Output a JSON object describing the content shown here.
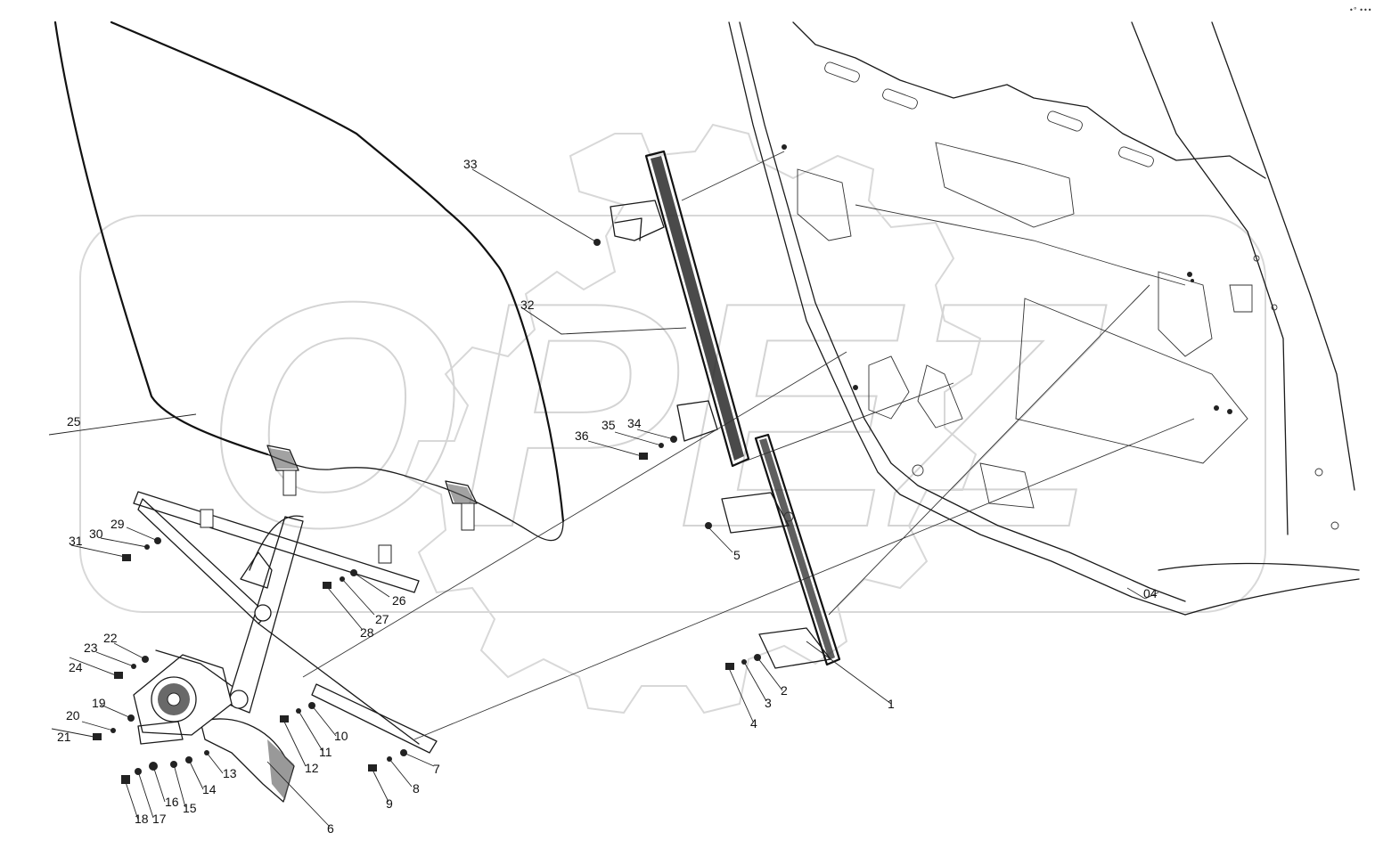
{
  "diagram": {
    "watermark_text": "OPEZ",
    "corner_mark": "•° •••",
    "callouts": [
      {
        "id": "c1",
        "label": "1"
      },
      {
        "id": "c2",
        "label": "2"
      },
      {
        "id": "c3",
        "label": "3"
      },
      {
        "id": "c4",
        "label": "4"
      },
      {
        "id": "c5",
        "label": "5"
      },
      {
        "id": "c6",
        "label": "6"
      },
      {
        "id": "c7",
        "label": "7"
      },
      {
        "id": "c8",
        "label": "8"
      },
      {
        "id": "c9",
        "label": "9"
      },
      {
        "id": "c10",
        "label": "10"
      },
      {
        "id": "c11",
        "label": "11"
      },
      {
        "id": "c12",
        "label": "12"
      },
      {
        "id": "c13",
        "label": "13"
      },
      {
        "id": "c14",
        "label": "14"
      },
      {
        "id": "c15",
        "label": "15"
      },
      {
        "id": "c16",
        "label": "16"
      },
      {
        "id": "c17",
        "label": "17"
      },
      {
        "id": "c18",
        "label": "18"
      },
      {
        "id": "c19",
        "label": "19"
      },
      {
        "id": "c20",
        "label": "20"
      },
      {
        "id": "c21",
        "label": "21"
      },
      {
        "id": "c22",
        "label": "22"
      },
      {
        "id": "c23",
        "label": "23"
      },
      {
        "id": "c24",
        "label": "24"
      },
      {
        "id": "c25",
        "label": "25"
      },
      {
        "id": "c26",
        "label": "26"
      },
      {
        "id": "c27",
        "label": "27"
      },
      {
        "id": "c28",
        "label": "28"
      },
      {
        "id": "c29",
        "label": "29"
      },
      {
        "id": "c30",
        "label": "30"
      },
      {
        "id": "c31",
        "label": "31"
      },
      {
        "id": "c32",
        "label": "32"
      },
      {
        "id": "c33",
        "label": "33"
      },
      {
        "id": "c34",
        "label": "34"
      },
      {
        "id": "c35",
        "label": "35"
      },
      {
        "id": "c36",
        "label": "36"
      }
    ]
  }
}
